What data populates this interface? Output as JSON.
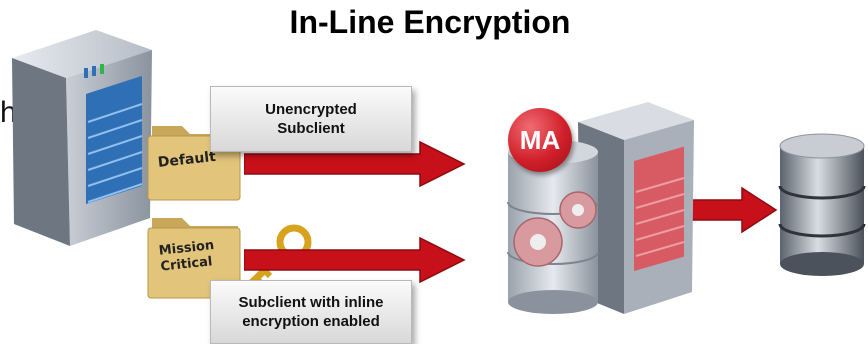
{
  "title": "In-Line Encryption",
  "stray_text": "h",
  "client": {
    "folders": [
      {
        "label_lines": [
          "Default"
        ]
      },
      {
        "label_lines": [
          "Mission",
          "Critical"
        ]
      }
    ]
  },
  "callouts": [
    {
      "lines": [
        "Unencrypted",
        "Subclient"
      ]
    },
    {
      "lines": [
        "Subclient with inline",
        "encryption enabled"
      ]
    }
  ],
  "media_agent": {
    "badge": "MA"
  },
  "colors": {
    "arrow_red": "#c8101a",
    "server_blue": "#2e6fb5",
    "server_red": "#d85a63",
    "badge_red": "#d1202a",
    "folder_tan": "#e2c47a",
    "key_gold": "#d7a31f"
  }
}
